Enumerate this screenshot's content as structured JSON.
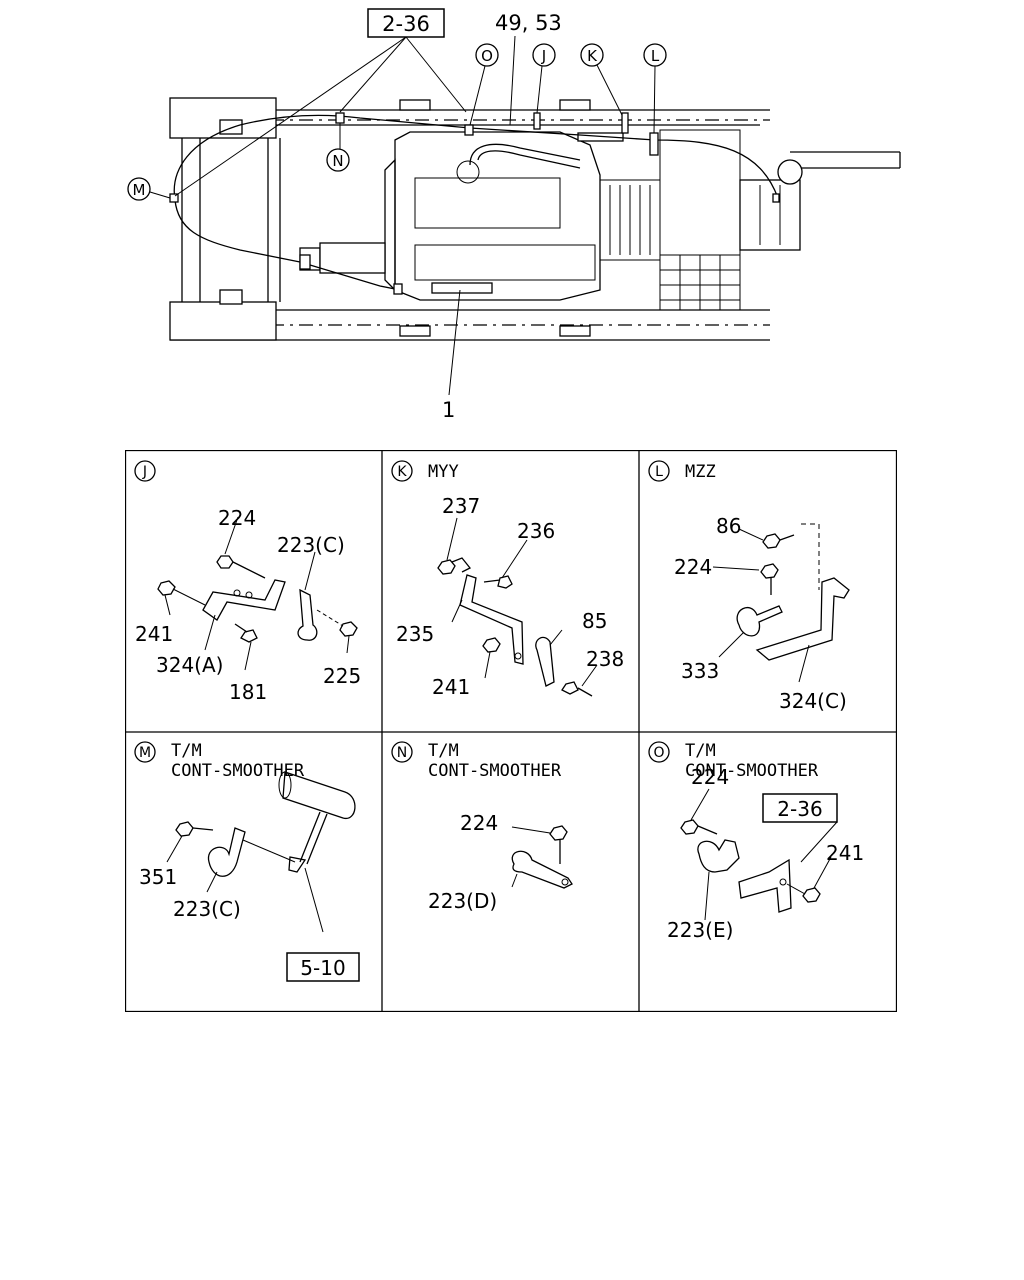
{
  "overview": {
    "box_ref": "2-36",
    "part_49_53": "49, 53",
    "part_1": "1",
    "callouts": {
      "O": "O",
      "J": "J",
      "K": "K",
      "L": "L",
      "N": "N",
      "M": "M"
    }
  },
  "panels": {
    "J": {
      "letter": "J",
      "title1": "",
      "title2": "",
      "parts": {
        "p224": "224",
        "p223c": "223(C)",
        "p241": "241",
        "p324a": "324(A)",
        "p181": "181",
        "p225": "225"
      }
    },
    "K": {
      "letter": "K",
      "title1": "MYY",
      "title2": "",
      "parts": {
        "p237": "237",
        "p236": "236",
        "p235": "235",
        "p85": "85",
        "p238": "238",
        "p241": "241"
      }
    },
    "L": {
      "letter": "L",
      "title1": "MZZ",
      "title2": "",
      "parts": {
        "p86": "86",
        "p224": "224",
        "p333": "333",
        "p324c": "324(C)"
      }
    },
    "M": {
      "letter": "M",
      "title1": "T/M",
      "title2": "CONT-SMOOTHER",
      "parts": {
        "p351": "351",
        "p223c": "223(C)",
        "ref": "5-10"
      }
    },
    "N": {
      "letter": "N",
      "title1": "T/M",
      "title2": "CONT-SMOOTHER",
      "parts": {
        "p224": "224",
        "p223d": "223(D)"
      }
    },
    "O": {
      "letter": "O",
      "title1": "T/M",
      "title2": "CONT-SMOOTHER",
      "parts": {
        "p224": "224",
        "ref": "2-36",
        "p241": "241",
        "p223e": "223(E)"
      }
    }
  }
}
